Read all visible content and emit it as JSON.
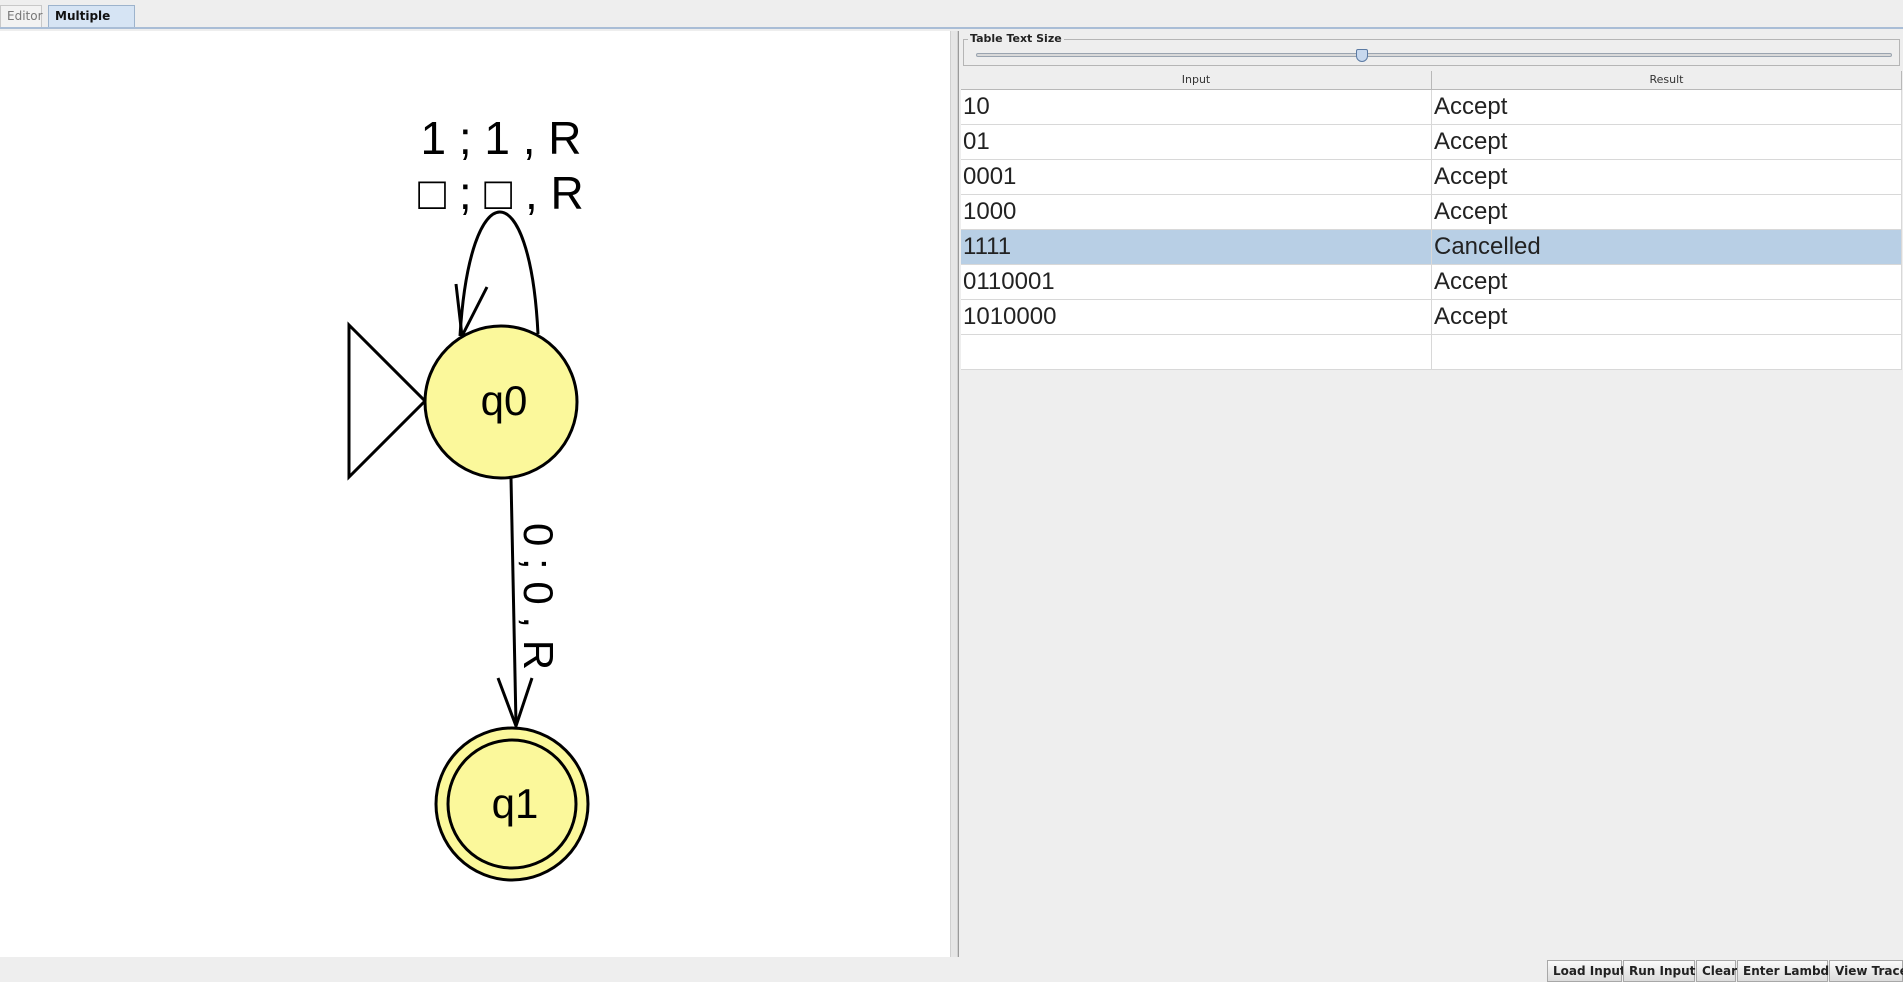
{
  "tabs": [
    {
      "label": "Editor",
      "active": false
    },
    {
      "label": "Multiple Run",
      "active": true
    }
  ],
  "diagram": {
    "states": [
      {
        "id": "q0",
        "initial": true,
        "final": false
      },
      {
        "id": "q1",
        "initial": false,
        "final": true
      }
    ],
    "loop_labels": [
      "1 ; 1 , R",
      "□ ; □ , R"
    ],
    "edge_label": "0 ; 0 , R",
    "state_fill": "#fbf89b"
  },
  "panel": {
    "slider_label": "Table Text Size",
    "slider_value_percent": 42
  },
  "table": {
    "columns": [
      "Input",
      "Result"
    ],
    "rows": [
      {
        "input": "10",
        "result": "Accept"
      },
      {
        "input": "01",
        "result": "Accept"
      },
      {
        "input": "0001",
        "result": "Accept"
      },
      {
        "input": "1000",
        "result": "Accept"
      },
      {
        "input": "1111",
        "result": "Cancelled",
        "selected": true
      },
      {
        "input": "0110001",
        "result": "Accept"
      },
      {
        "input": "1010000",
        "result": "Accept"
      },
      {
        "input": "",
        "result": ""
      }
    ],
    "selection_color": "#b8cfe5"
  },
  "buttons": [
    "Load Inputs",
    "Run Inputs",
    "Clear",
    "Enter Lambda",
    "View Trace"
  ]
}
